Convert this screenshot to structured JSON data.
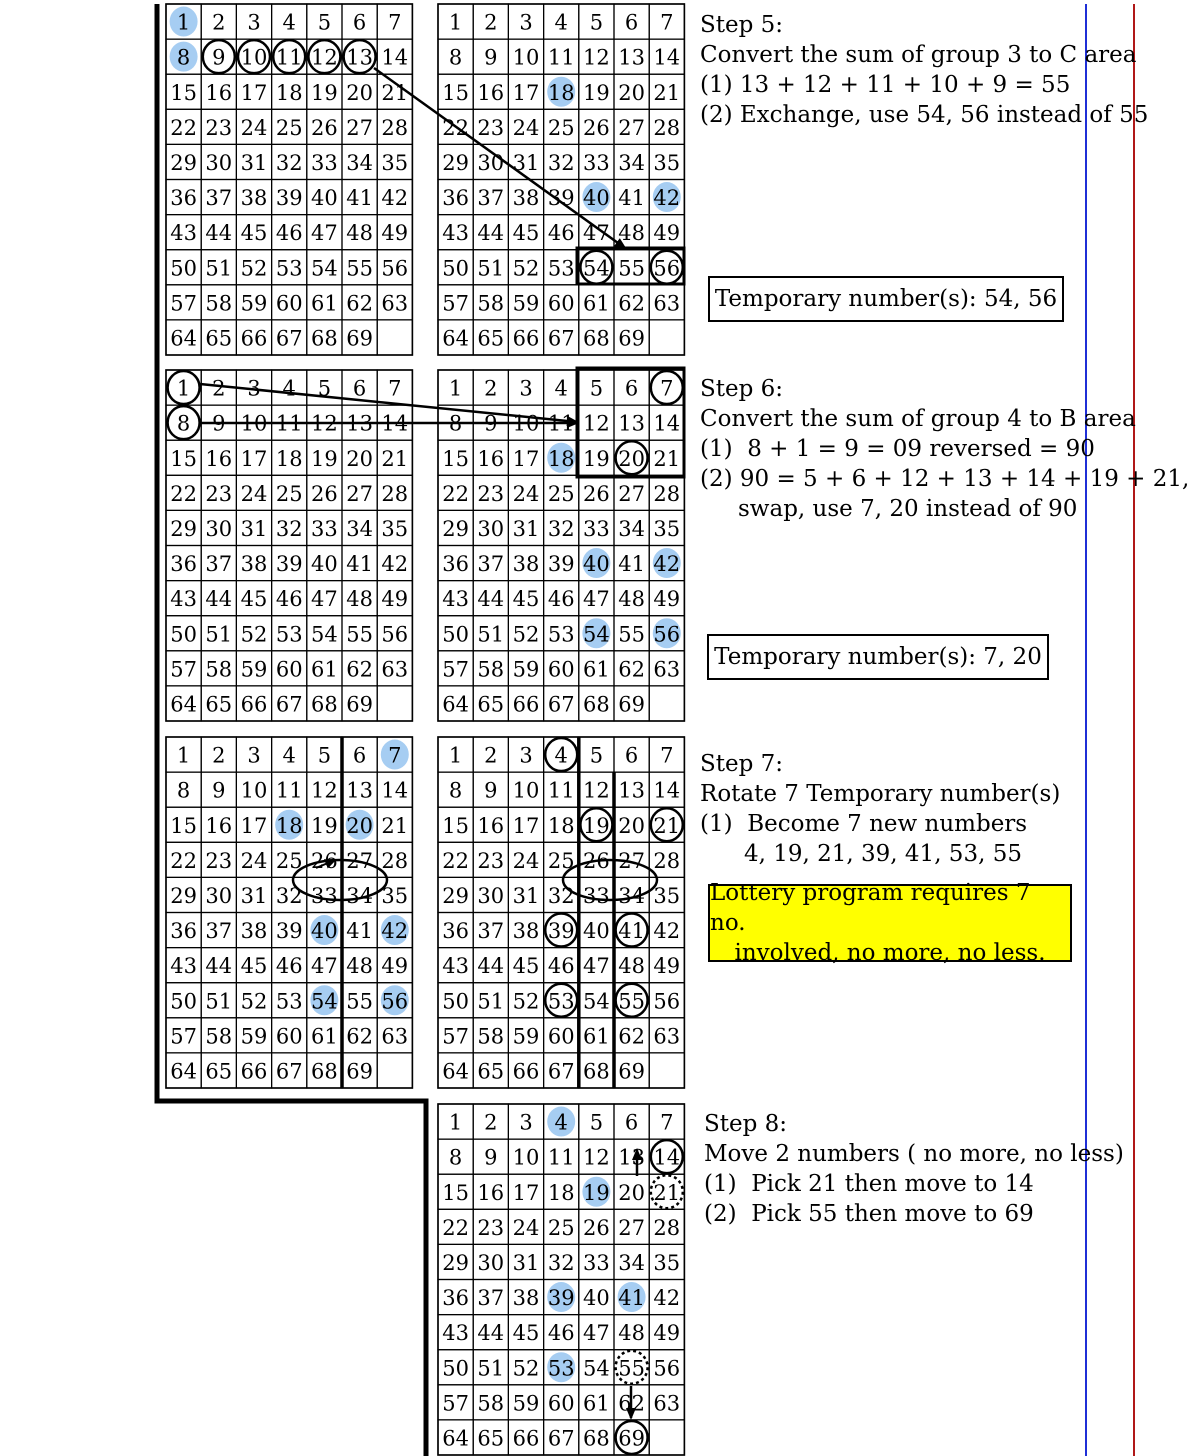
{
  "colors": {
    "highlight": "#a6cdf2",
    "line": "#000000",
    "vline_blue": "#1f2fd6",
    "vline_red": "#b01818",
    "note_bg": "#ffff00"
  },
  "grid_numbers": [
    1,
    2,
    3,
    4,
    5,
    6,
    7,
    8,
    9,
    10,
    11,
    12,
    13,
    14,
    15,
    16,
    17,
    18,
    19,
    20,
    21,
    22,
    23,
    24,
    25,
    26,
    27,
    28,
    29,
    30,
    31,
    32,
    33,
    34,
    35,
    36,
    37,
    38,
    39,
    40,
    41,
    42,
    43,
    44,
    45,
    46,
    47,
    48,
    49,
    50,
    51,
    52,
    53,
    54,
    55,
    56,
    57,
    58,
    59,
    60,
    61,
    62,
    63,
    64,
    65,
    66,
    67,
    68,
    69
  ],
  "grids": [
    {
      "id": "g5a",
      "highlights": [
        1,
        8
      ],
      "circles": [
        9,
        10,
        11,
        12,
        13
      ],
      "dotted": [],
      "lines_ab": false
    },
    {
      "id": "g5b",
      "highlights": [
        18,
        40,
        42
      ],
      "circles": [
        54,
        56
      ],
      "dotted": [],
      "lines_ab": false
    },
    {
      "id": "g6a",
      "highlights": [],
      "circles": [
        1,
        8
      ],
      "dotted": [],
      "lines_ab": false
    },
    {
      "id": "g6b",
      "highlights": [
        18,
        40,
        42,
        54,
        56
      ],
      "circles": [
        7,
        20
      ],
      "dotted": [],
      "lines_ab": false
    },
    {
      "id": "g7a",
      "highlights": [
        7,
        18,
        20,
        40,
        42,
        54,
        56
      ],
      "circles": [],
      "dotted": [],
      "lines_ab": true
    },
    {
      "id": "g7b",
      "highlights": [],
      "circles": [
        4,
        19,
        21,
        39,
        41,
        53,
        55
      ],
      "dotted": [],
      "lines_ab": true
    },
    {
      "id": "g8",
      "highlights": [
        4,
        19,
        39,
        41,
        53
      ],
      "circles": [
        14,
        69
      ],
      "dotted": [
        21,
        55
      ],
      "lines_ab": false
    }
  ],
  "step5": {
    "title": "Step 5:",
    "line1": "Convert the sum of group 3 to C area",
    "line2": "(1) 13 + 12 + 11 + 10 + 9 = 55",
    "line3": "(2) Exchange, use 54, 56 instead of 55",
    "temp": "Temporary number(s):  54, 56"
  },
  "step6": {
    "title": "Step 6:",
    "line1": "Convert the sum of group 4 to B area",
    "line2": "(1)  8 + 1 = 9 = 09 reversed = 90",
    "line3": "(2) 90 = 5 + 6 + 12 + 13 + 14 + 19 + 21,",
    "line4": "swap, use 7, 20 instead of 90",
    "temp": "Temporary number(s):  7, 20"
  },
  "step7": {
    "title": "Step 7:",
    "line1": "Rotate 7 Temporary number(s)",
    "line2": "(1)  Become 7 new numbers",
    "line3": "4, 19, 21, 39, 41, 53, 55",
    "note1": "Lottery program requires 7 no.",
    "note2": "involved, no more, no less."
  },
  "step8": {
    "title": "Step 8:",
    "line1": "Move 2 numbers ( no more, no less)",
    "line2": "(1)  Pick 21 then move to 14",
    "line3": "(2)  Pick 55 then move to 69"
  }
}
